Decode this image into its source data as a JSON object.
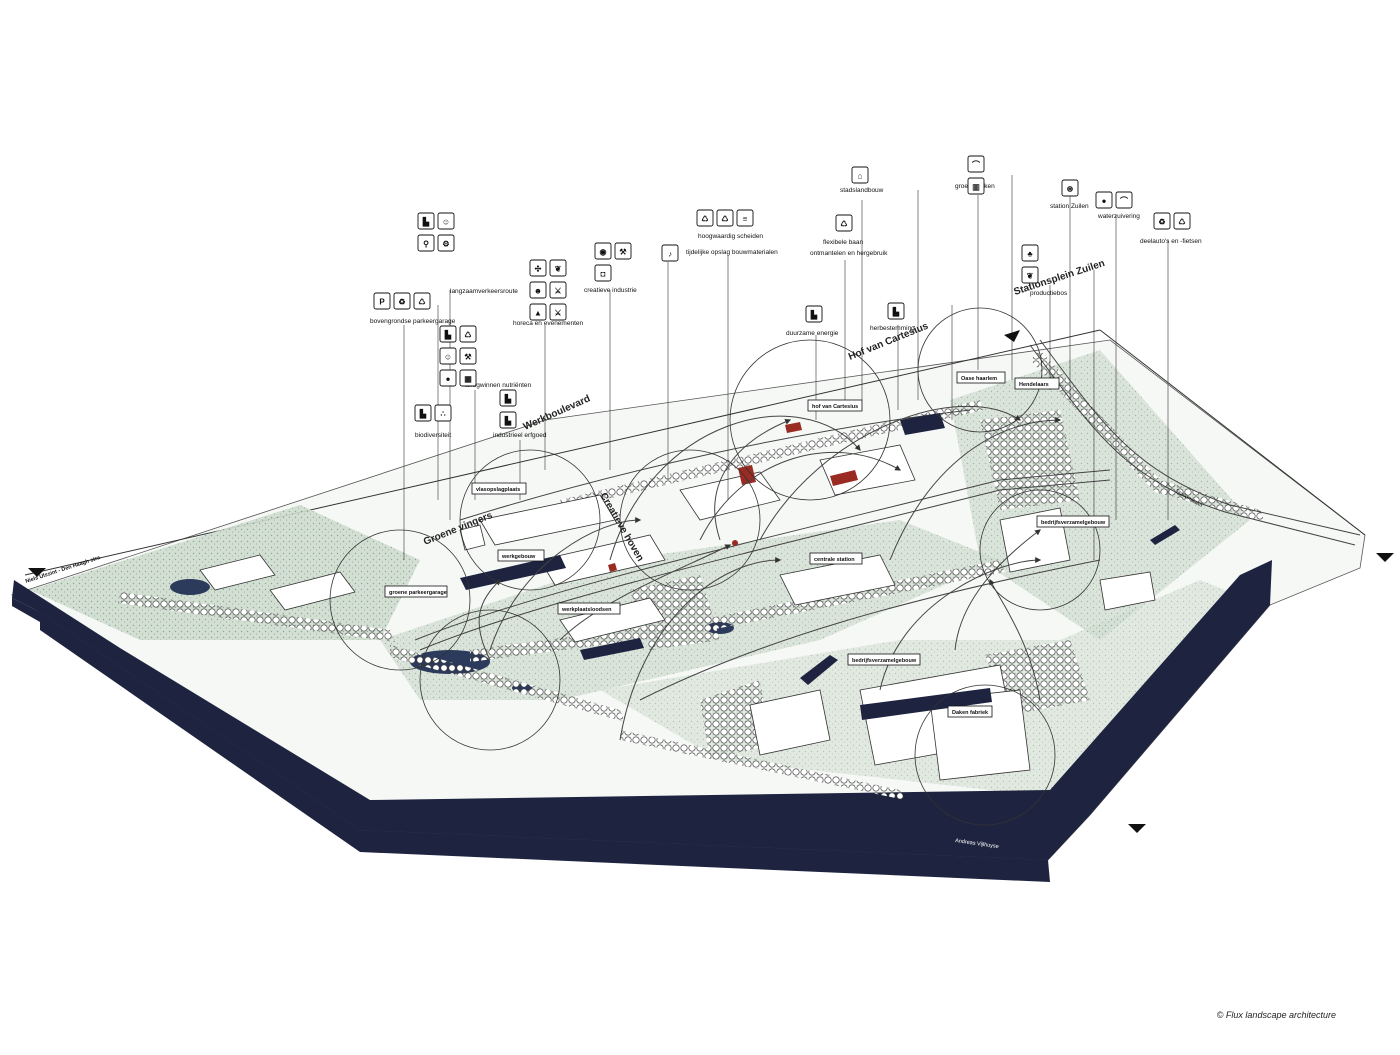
{
  "credit": "© Flux landscape architecture",
  "colors": {
    "water": "#1e2440",
    "green": "#cfdccf",
    "green_dark": "#6e8f78",
    "building": "#ffffff",
    "accent_red": "#9a2b22",
    "line": "#222222"
  },
  "map_labels": {
    "street_nw": "Niels Ulssint - Den Haagh stra",
    "street_se": "Andreas Vijlhuyse",
    "street_ne": "Stationslaan",
    "zone_green_wedge": "Groene vingers",
    "zone_hof": "Hof van Cartesius",
    "zone_station": "Stationsplein Zuilen",
    "zone_werk": "Werkboulevard",
    "zone_creative": "Creatieve hoven"
  },
  "callout_labels": [
    {
      "id": "bovengrondse-parkeergarage",
      "text": "bovengrondse parkeergarage",
      "icons": [
        "parking-icon",
        "hand-recycle-icon",
        "recycle-icon"
      ]
    },
    {
      "id": "langzaamverkeersroute",
      "text": "langzaamverkeersroute",
      "icons": [
        "factory-icon",
        "person-icon",
        "walk-icon",
        "bike-icon"
      ]
    },
    {
      "id": "terugwinnen-nutrienten",
      "text": "terugwinnen nutriënten",
      "icons": [
        "factory-icon",
        "recycle-icon",
        "person-icon",
        "tool-icon",
        "drop-icon",
        "solar-icon"
      ]
    },
    {
      "id": "biodiversiteit",
      "text": "biodiversiteit",
      "icons": [
        "factory-icon",
        "dots-icon"
      ]
    },
    {
      "id": "industrieel-erfgoed",
      "text": "industrieel erfgoed",
      "icons": [
        "factory-icon",
        "factory-icon"
      ]
    },
    {
      "id": "horeca-en-evenementen",
      "text": "horeca en evenementen",
      "icons": [
        "wind-icon",
        "leaf-icon",
        "people-icon",
        "cutlery-icon",
        "tent-icon",
        "cutlery-icon"
      ]
    },
    {
      "id": "creatieve-industrie",
      "text": "creatieve industrie",
      "icons": [
        "chat-icon",
        "tool-icon",
        "chip-icon"
      ]
    },
    {
      "id": "hoogwaardig-scheiden",
      "text": "hoogwaardig scheiden",
      "icons": [
        "recycle-icon",
        "recycle-icon",
        "bars-icon"
      ]
    },
    {
      "id": "tijdelijke-opslag",
      "text": "tijdelijke opslag bouwmaterialen",
      "icons": [
        "microphone-icon"
      ]
    },
    {
      "id": "flexibele-baan",
      "text": "flexibele baan",
      "icons": [
        "recycle-icon"
      ]
    },
    {
      "id": "ontmantelen",
      "text": "ontmantelen en hergebruik",
      "icons": []
    },
    {
      "id": "stadslandbouw",
      "text": "stadslandbouw",
      "icons": [
        "house-icon"
      ]
    },
    {
      "id": "duurzame-energie",
      "text": "duurzame energie",
      "icons": [
        "factory-icon"
      ]
    },
    {
      "id": "herbestemming",
      "text": "herbestemming",
      "icons": [
        "factory-icon"
      ]
    },
    {
      "id": "groene-daken",
      "text": "groene daken",
      "icons": [
        "roof-icon",
        "building-icon"
      ]
    },
    {
      "id": "station-zuilen",
      "text": "station Zuilen",
      "icons": [
        "train-icon"
      ]
    },
    {
      "id": "waterzuivering",
      "text": "waterzuivering",
      "icons": [
        "drop-icon",
        "roof-icon"
      ]
    },
    {
      "id": "deelauto",
      "text": "deelauto's en -fietsen",
      "icons": [
        "hand-recycle-icon",
        "recycle-icon"
      ]
    },
    {
      "id": "productiebos",
      "text": "productiebos",
      "icons": [
        "tree-icon",
        "leaf-icon"
      ]
    }
  ],
  "box_labels": {
    "groene_parkeergarage": "groene parkeergarage",
    "vlasopslag": "vlasopslagplaats",
    "werkgebouw": "werkgebouw",
    "werkplaatsloodsen": "werkplaatsloodsen",
    "hof_cartesius": "hof van Cartesius",
    "centrale_station": "centrale station",
    "oase_haarlem": "Oase haarlem",
    "hendelaars": "Hendelaars",
    "bedrijfsverzamelgebouw_1": "bedrijfsverzamelgebouw",
    "bedrijfsverzamelgebouw_2": "bedrijfsverzamelgebouw",
    "daken_fabriek": "Daken fabriek"
  }
}
